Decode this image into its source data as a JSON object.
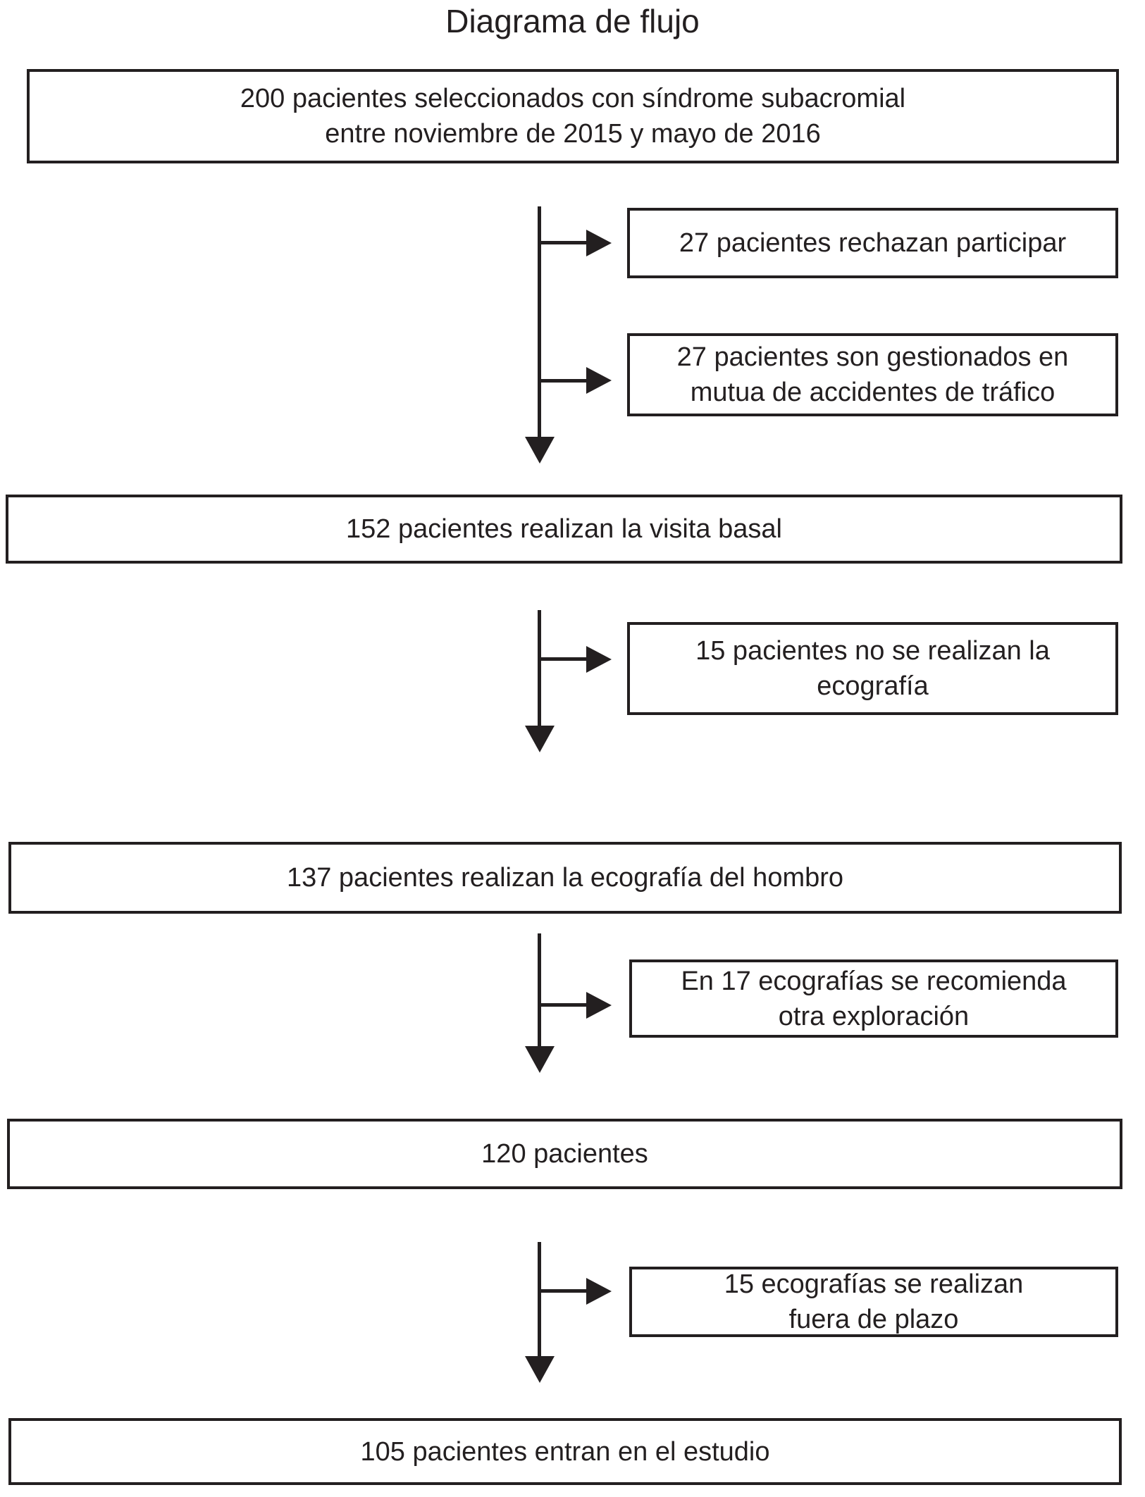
{
  "title": "Diagrama de flujo",
  "colors": {
    "line": "#231f20",
    "background": "#ffffff"
  },
  "main_boxes": [
    {
      "id": "seleccionados",
      "lines": [
        "200 pacientes seleccionados con síndrome subacromial",
        "entre noviembre de 2015 y mayo de 2016"
      ]
    },
    {
      "id": "visita-basal",
      "lines": [
        "152 pacientes realizan la visita basal"
      ]
    },
    {
      "id": "ecografia-hombro",
      "lines": [
        "137 pacientes realizan la ecografía del hombro"
      ]
    },
    {
      "id": "pacientes-120",
      "lines": [
        "120 pacientes"
      ]
    },
    {
      "id": "entran-estudio",
      "lines": [
        "105 pacientes entran en el estudio"
      ]
    }
  ],
  "exclusion_boxes": [
    {
      "id": "rechazan-participar",
      "lines": [
        "27 pacientes rechazan participar"
      ]
    },
    {
      "id": "mutua-trafico",
      "lines": [
        "27 pacientes son gestionados en",
        "mutua de accidentes de tráfico"
      ]
    },
    {
      "id": "no-ecografia",
      "lines": [
        "15 pacientes no se realizan la",
        "ecografía"
      ]
    },
    {
      "id": "otra-exploracion",
      "lines": [
        "En 17 ecografías se recomienda",
        "otra exploración"
      ]
    },
    {
      "id": "fuera-plazo",
      "lines": [
        "15 ecografías se realizan",
        "fuera de plazo"
      ]
    }
  ]
}
